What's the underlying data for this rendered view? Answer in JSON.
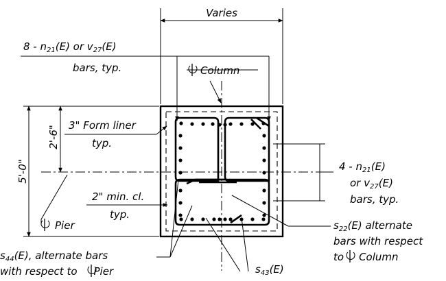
{
  "labels": {
    "varies": "Varies",
    "bars_top_l1_a": "8 - n",
    "bars_top_l1_sub1": "21",
    "bars_top_l1_b": "(E) or v",
    "bars_top_l1_sub2": "27",
    "bars_top_l1_c": "(E)",
    "bars_top_l2": "bars, typ.",
    "column": "Column",
    "form_liner_l1": "3\" Form liner",
    "form_liner_l2": "typ.",
    "dim_2_6": "2'-6\"",
    "dim_5_0": "5'-0\"",
    "min_cl_l1": "2\" min. cl.",
    "min_cl_l2": "typ.",
    "pier": "Pier",
    "right_l1_a": "4 - n",
    "right_l1_sub": "21",
    "right_l1_b": "(E)",
    "right_l2_a": "or v",
    "right_l2_sub": "27",
    "right_l2_b": "(E)",
    "right_l3": "bars, typ.",
    "s22_a": "s",
    "s22_sub": "22",
    "s22_b": "(E) alternate",
    "s22_l2": "bars with respect",
    "s22_l3": "to",
    "s22_l3_b": "Column",
    "s44_a": "s",
    "s44_sub": "44",
    "s44_b": "(E), alternate bars",
    "s44_l2": "with respect to",
    "s44_l2_b": "Pier",
    "s43_a": "s",
    "s43_sub": "43",
    "s43_b": "(E)"
  },
  "icons": {
    "centerline": "centerline-symbol"
  }
}
